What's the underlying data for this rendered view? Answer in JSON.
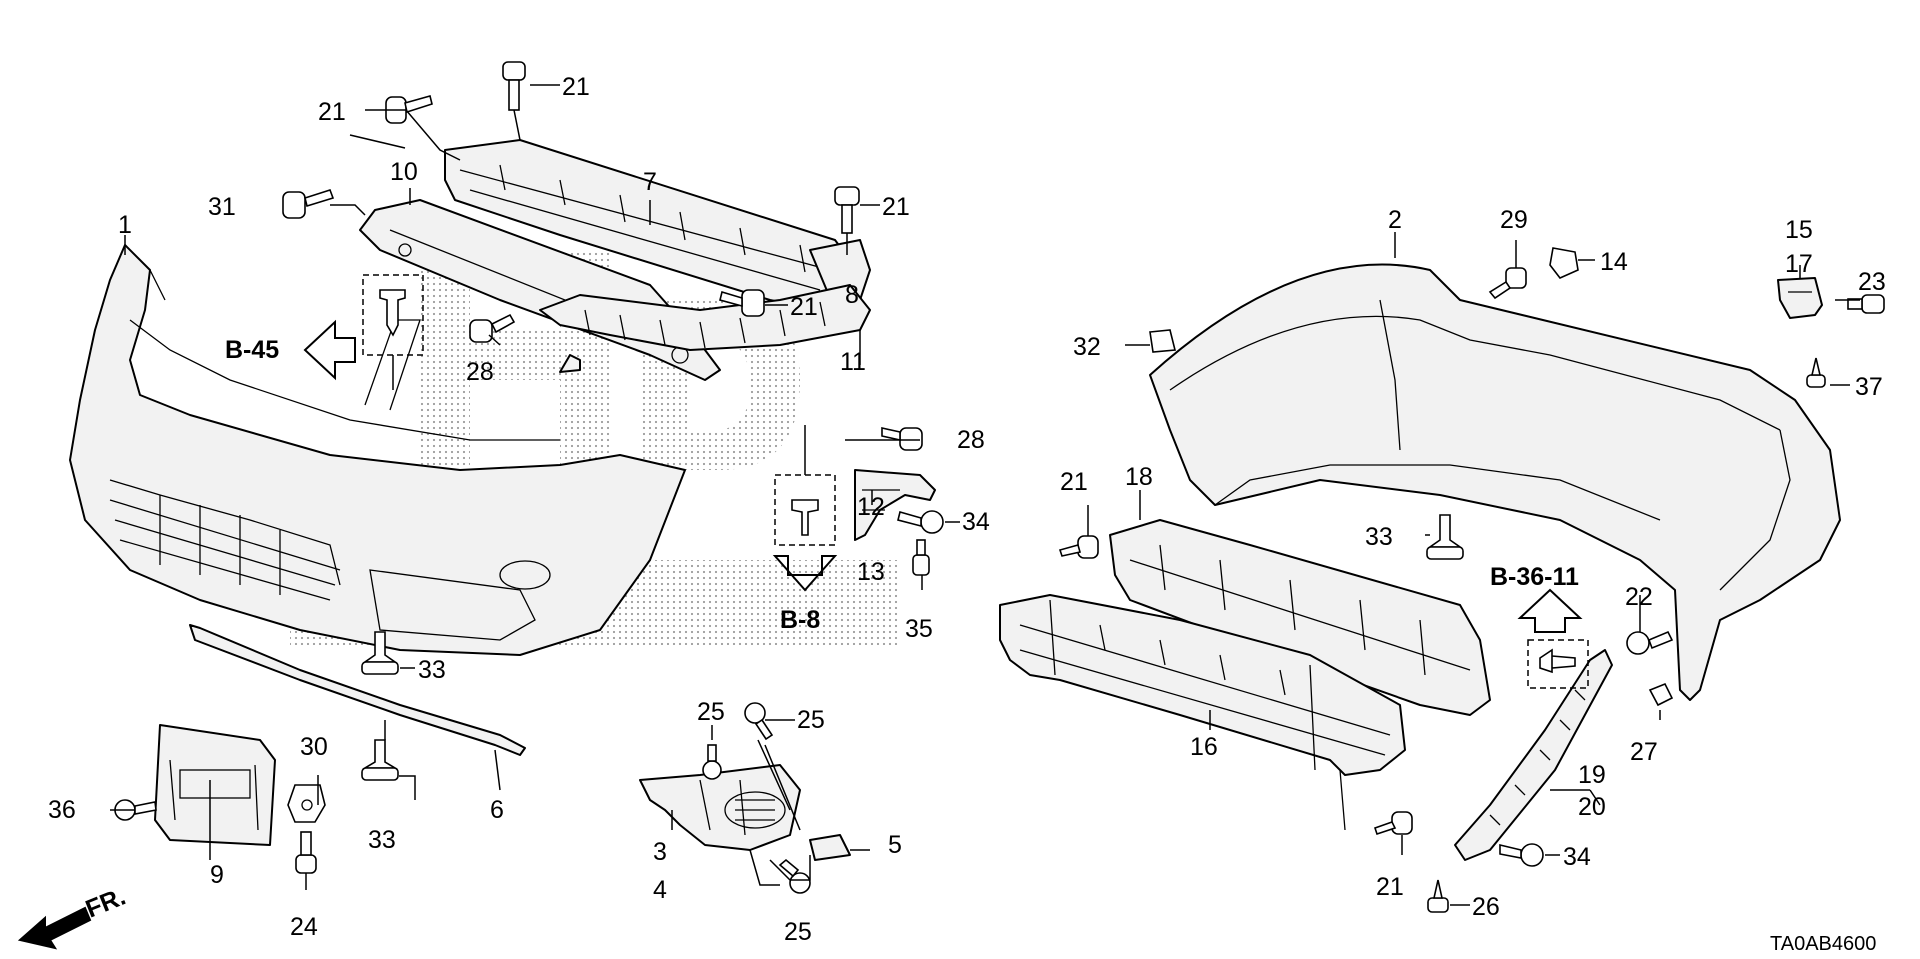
{
  "diagram_code": "TA0AB4600",
  "direction_label": "FR.",
  "watermark_text": "HONDA",
  "references": {
    "b45": "B-45",
    "b8": "B-8",
    "b3611": "B-36-11"
  },
  "callouts": {
    "c1": "1",
    "c2": "2",
    "c3": "3",
    "c4": "4",
    "c5": "5",
    "c6": "6",
    "c7": "7",
    "c8": "8",
    "c9": "9",
    "c10": "10",
    "c11": "11",
    "c12": "12",
    "c13": "13",
    "c14": "14",
    "c15": "15",
    "c16": "16",
    "c17": "17",
    "c18": "18",
    "c19": "19",
    "c20": "20",
    "c21a": "21",
    "c21b": "21",
    "c21c": "21",
    "c21d": "21",
    "c21e": "21",
    "c21f": "21",
    "c22": "22",
    "c23": "23",
    "c24": "24",
    "c25a": "25",
    "c25b": "25",
    "c25c": "25",
    "c26": "26",
    "c27": "27",
    "c28a": "28",
    "c28b": "28",
    "c29": "29",
    "c30": "30",
    "c31": "31",
    "c32": "32",
    "c33a": "33",
    "c33b": "33",
    "c33c": "33",
    "c34a": "34",
    "c34b": "34",
    "c35": "35",
    "c36": "36",
    "c37": "37"
  }
}
